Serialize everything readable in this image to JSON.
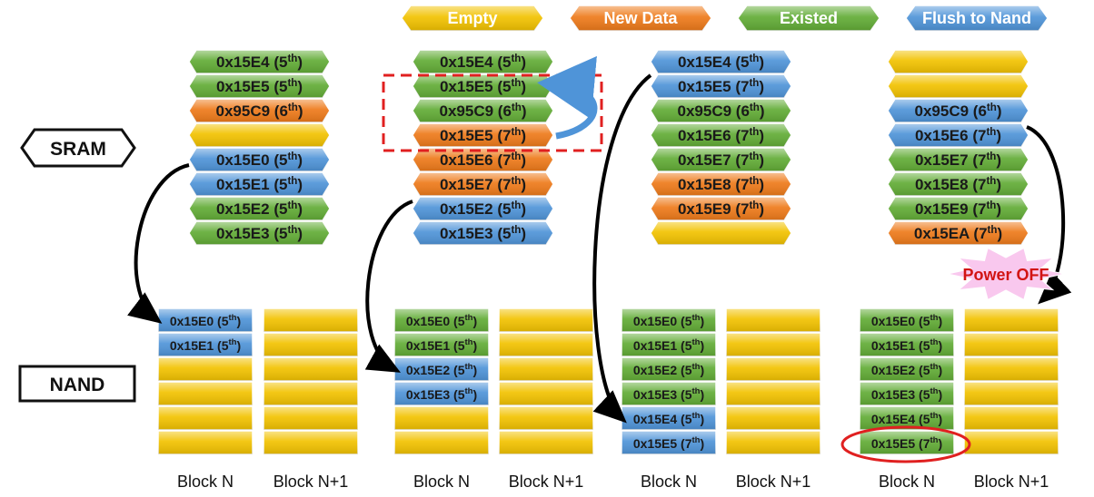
{
  "legend": [
    {
      "label": "Empty",
      "color": "#f2c200"
    },
    {
      "label": "New Data",
      "color": "#ee7a1a"
    },
    {
      "label": "Existed",
      "color": "#62ac36"
    },
    {
      "label": "Flush to Nand",
      "color": "#4f94d8"
    }
  ],
  "labels": {
    "sram": "SRAM",
    "nand": "NAND",
    "power_off": "Power OFF"
  },
  "block_labels": [
    "Block N",
    "Block N+1"
  ],
  "colors": {
    "empty": "#f2c200",
    "new": "#ee7a1a",
    "existed": "#62ac36",
    "flush": "#4f94d8",
    "highlight_box": "#e02020",
    "arrow": "#000000",
    "burst": "#f9c8ee"
  },
  "stages": [
    {
      "sram": [
        {
          "addr": "0x15E4",
          "ver": "5",
          "state": "existed"
        },
        {
          "addr": "0x15E5",
          "ver": "5",
          "state": "existed"
        },
        {
          "addr": "0x95C9",
          "ver": "6",
          "state": "new"
        },
        {
          "addr": "",
          "ver": "",
          "state": "empty"
        },
        {
          "addr": "0x15E0",
          "ver": "5",
          "state": "flush"
        },
        {
          "addr": "0x15E1",
          "ver": "5",
          "state": "flush"
        },
        {
          "addr": "0x15E2",
          "ver": "5",
          "state": "existed"
        },
        {
          "addr": "0x15E3",
          "ver": "5",
          "state": "existed"
        }
      ],
      "nand": [
        {
          "addr": "0x15E0",
          "ver": "5",
          "state": "flush"
        },
        {
          "addr": "0x15E1",
          "ver": "5",
          "state": "flush"
        },
        {
          "addr": "",
          "ver": "",
          "state": "empty"
        },
        {
          "addr": "",
          "ver": "",
          "state": "empty"
        },
        {
          "addr": "",
          "ver": "",
          "state": "empty"
        },
        {
          "addr": "",
          "ver": "",
          "state": "empty"
        }
      ]
    },
    {
      "sram": [
        {
          "addr": "0x15E4",
          "ver": "5",
          "state": "existed"
        },
        {
          "addr": "0x15E5",
          "ver": "5",
          "state": "existed"
        },
        {
          "addr": "0x95C9",
          "ver": "6",
          "state": "existed"
        },
        {
          "addr": "0x15E5",
          "ver": "7",
          "state": "new"
        },
        {
          "addr": "0x15E6",
          "ver": "7",
          "state": "new"
        },
        {
          "addr": "0x15E7",
          "ver": "7",
          "state": "new"
        },
        {
          "addr": "0x15E2",
          "ver": "5",
          "state": "flush"
        },
        {
          "addr": "0x15E3",
          "ver": "5",
          "state": "flush"
        }
      ],
      "nand": [
        {
          "addr": "0x15E0",
          "ver": "5",
          "state": "existed"
        },
        {
          "addr": "0x15E1",
          "ver": "5",
          "state": "existed"
        },
        {
          "addr": "0x15E2",
          "ver": "5",
          "state": "flush"
        },
        {
          "addr": "0x15E3",
          "ver": "5",
          "state": "flush"
        },
        {
          "addr": "",
          "ver": "",
          "state": "empty"
        },
        {
          "addr": "",
          "ver": "",
          "state": "empty"
        }
      ]
    },
    {
      "sram": [
        {
          "addr": "0x15E4",
          "ver": "5",
          "state": "flush"
        },
        {
          "addr": "0x15E5",
          "ver": "7",
          "state": "flush"
        },
        {
          "addr": "0x95C9",
          "ver": "6",
          "state": "existed"
        },
        {
          "addr": "0x15E6",
          "ver": "7",
          "state": "existed"
        },
        {
          "addr": "0x15E7",
          "ver": "7",
          "state": "existed"
        },
        {
          "addr": "0x15E8",
          "ver": "7",
          "state": "new"
        },
        {
          "addr": "0x15E9",
          "ver": "7",
          "state": "new"
        },
        {
          "addr": "",
          "ver": "",
          "state": "empty"
        }
      ],
      "nand": [
        {
          "addr": "0x15E0",
          "ver": "5",
          "state": "existed"
        },
        {
          "addr": "0x15E1",
          "ver": "5",
          "state": "existed"
        },
        {
          "addr": "0x15E2",
          "ver": "5",
          "state": "existed"
        },
        {
          "addr": "0x15E3",
          "ver": "5",
          "state": "existed"
        },
        {
          "addr": "0x15E4",
          "ver": "5",
          "state": "flush"
        },
        {
          "addr": "0x15E5",
          "ver": "7",
          "state": "flush"
        }
      ]
    },
    {
      "sram": [
        {
          "addr": "",
          "ver": "",
          "state": "empty"
        },
        {
          "addr": "",
          "ver": "",
          "state": "empty"
        },
        {
          "addr": "0x95C9",
          "ver": "6",
          "state": "flush"
        },
        {
          "addr": "0x15E6",
          "ver": "7",
          "state": "flush"
        },
        {
          "addr": "0x15E7",
          "ver": "7",
          "state": "existed"
        },
        {
          "addr": "0x15E8",
          "ver": "7",
          "state": "existed"
        },
        {
          "addr": "0x15E9",
          "ver": "7",
          "state": "existed"
        },
        {
          "addr": "0x15EA",
          "ver": "7",
          "state": "new"
        }
      ],
      "nand": [
        {
          "addr": "0x15E0",
          "ver": "5",
          "state": "existed"
        },
        {
          "addr": "0x15E1",
          "ver": "5",
          "state": "existed"
        },
        {
          "addr": "0x15E2",
          "ver": "5",
          "state": "existed"
        },
        {
          "addr": "0x15E3",
          "ver": "5",
          "state": "existed"
        },
        {
          "addr": "0x15E4",
          "ver": "5",
          "state": "existed"
        },
        {
          "addr": "0x15E5",
          "ver": "7",
          "state": "existed"
        }
      ]
    }
  ]
}
